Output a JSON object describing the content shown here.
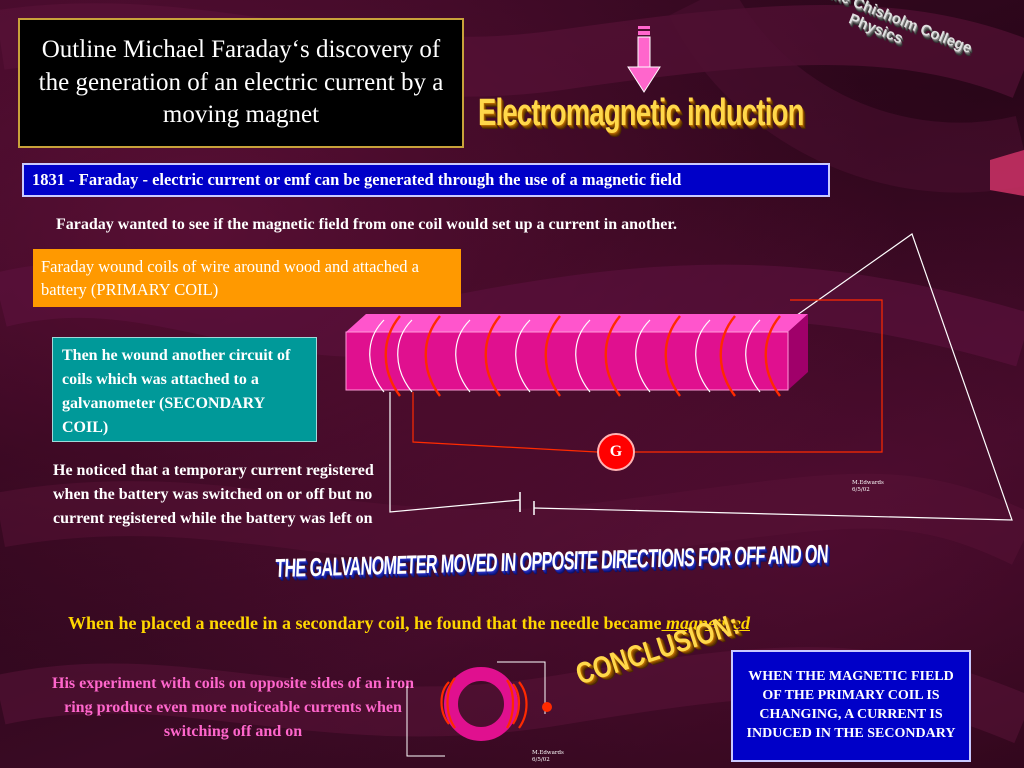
{
  "slide": {
    "title": "Outline Michael Faraday‘s discovery of the generation of an electric current by a moving magnet",
    "topic_wordart": "Electromagnetic induction",
    "college_line1": "Caroline Chisholm College",
    "college_line2": "Physics",
    "banner_1831": "1831  - Faraday - electric current or emf can be generated through the use of a magnetic field",
    "faraday_wanted": "Faraday wanted to see if the magnetic field from one coil would set up a current in another.",
    "primary_coil_text": "Faraday wound coils of wire around wood and attached a battery (PRIMARY COIL)",
    "secondary_coil_text": "Then he wound another circuit of coils  which was attached to a galvanometer (SECONDARY COIL)",
    "noticed_text": "He noticed that a temporary current registered when the battery was switched on or off but no current registered while the battery was left on",
    "galvanometer_label": "G",
    "credit_1": "M.Edwards 6/5/02",
    "galvanometer_banner": "THE GALVANOMETER MOVED IN OPPOSITE DIRECTIONS FOR OFF AND ON",
    "needle_text": "When he placed a needle in a secondary coil, he found that the needle became",
    "needle_emphasis": " magnetised",
    "ring_text": "His experiment with coils on opposite sides of an iron ring produce even more noticeable currents when switching off and on",
    "conclusion_title": "CONCLUSION:",
    "conclusion_text": "WHEN THE MAGNETIC FIELD OF THE PRIMARY COIL IS CHANGING, A CURRENT IS INDUCED IN THE SECONDARY",
    "credit_2": "M.Edwards 6/5/02"
  },
  "colors": {
    "banner_blue": "#0000c8",
    "primary_orange": "#ff9900",
    "secondary_teal": "#009999",
    "coil_magenta": "#e0108f",
    "coil_red": "#ff2a00",
    "wordart_gold": "#ffd84a",
    "needle_gold": "#ffd700",
    "ring_pink": "#ff66cc"
  },
  "icons": {
    "down_arrow": "down-arrow-icon",
    "magnet_ring": "iron-ring-icon"
  }
}
